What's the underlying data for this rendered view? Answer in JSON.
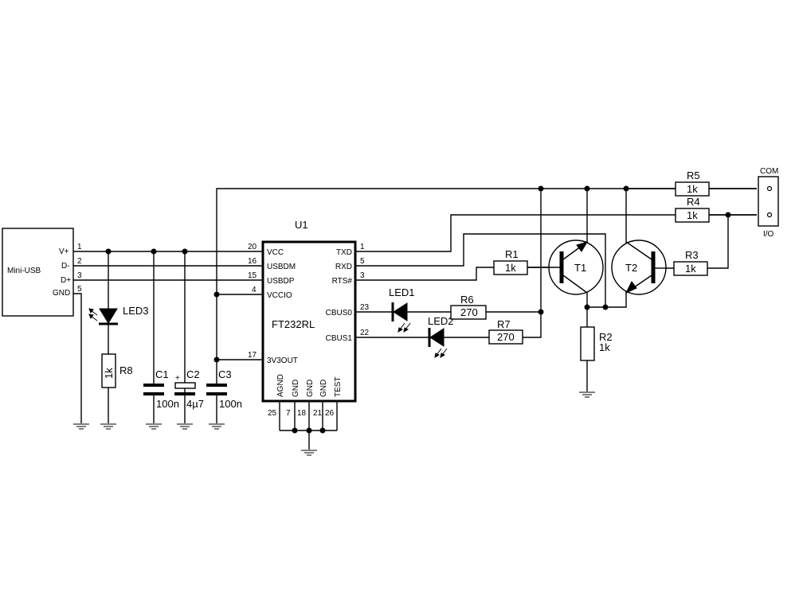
{
  "ic": {
    "ref": "U1",
    "part": "FT232RL",
    "left_pins": [
      {
        "num": "20",
        "name": "VCC"
      },
      {
        "num": "16",
        "name": "USBDM"
      },
      {
        "num": "15",
        "name": "USBDP"
      },
      {
        "num": "4",
        "name": "VCCIO"
      },
      {
        "num": "17",
        "name": "3V3OUT"
      }
    ],
    "right_pins": [
      {
        "num": "1",
        "name": "TXD"
      },
      {
        "num": "5",
        "name": "RXD"
      },
      {
        "num": "3",
        "name": "RTS#"
      },
      {
        "num": "23",
        "name": "CBUS0"
      },
      {
        "num": "22",
        "name": "CBUS1"
      }
    ],
    "bottom_pins": [
      {
        "num": "25",
        "name": "AGND"
      },
      {
        "num": "7",
        "name": "GND"
      },
      {
        "num": "18",
        "name": "GND"
      },
      {
        "num": "21",
        "name": "GND"
      },
      {
        "num": "26",
        "name": "TEST"
      }
    ]
  },
  "usb": {
    "name": "Mini-USB",
    "pins": [
      {
        "num": "1",
        "name": "V+"
      },
      {
        "num": "2",
        "name": "D-"
      },
      {
        "num": "3",
        "name": "D+"
      },
      {
        "num": "5",
        "name": "GND"
      }
    ]
  },
  "resistors": {
    "R1": {
      "ref": "R1",
      "value": "1k"
    },
    "R2": {
      "ref": "R2",
      "value": "1k"
    },
    "R3": {
      "ref": "R3",
      "value": "1k"
    },
    "R4": {
      "ref": "R4",
      "value": "1k"
    },
    "R5": {
      "ref": "R5",
      "value": "1k"
    },
    "R6": {
      "ref": "R6",
      "value": "270"
    },
    "R7": {
      "ref": "R7",
      "value": "270"
    },
    "R8": {
      "ref": "R8",
      "value": "1k"
    }
  },
  "capacitors": {
    "C1": {
      "ref": "C1",
      "value": "100n"
    },
    "C2": {
      "ref": "C2",
      "value": "4µ7",
      "polarity": "+"
    },
    "C3": {
      "ref": "C3",
      "value": "100n"
    }
  },
  "leds": {
    "LED1": "LED1",
    "LED2": "LED2",
    "LED3": "LED3"
  },
  "transistors": {
    "T1": "T1",
    "T2": "T2"
  },
  "connector": {
    "top": "COM",
    "bottom": "I/O"
  }
}
